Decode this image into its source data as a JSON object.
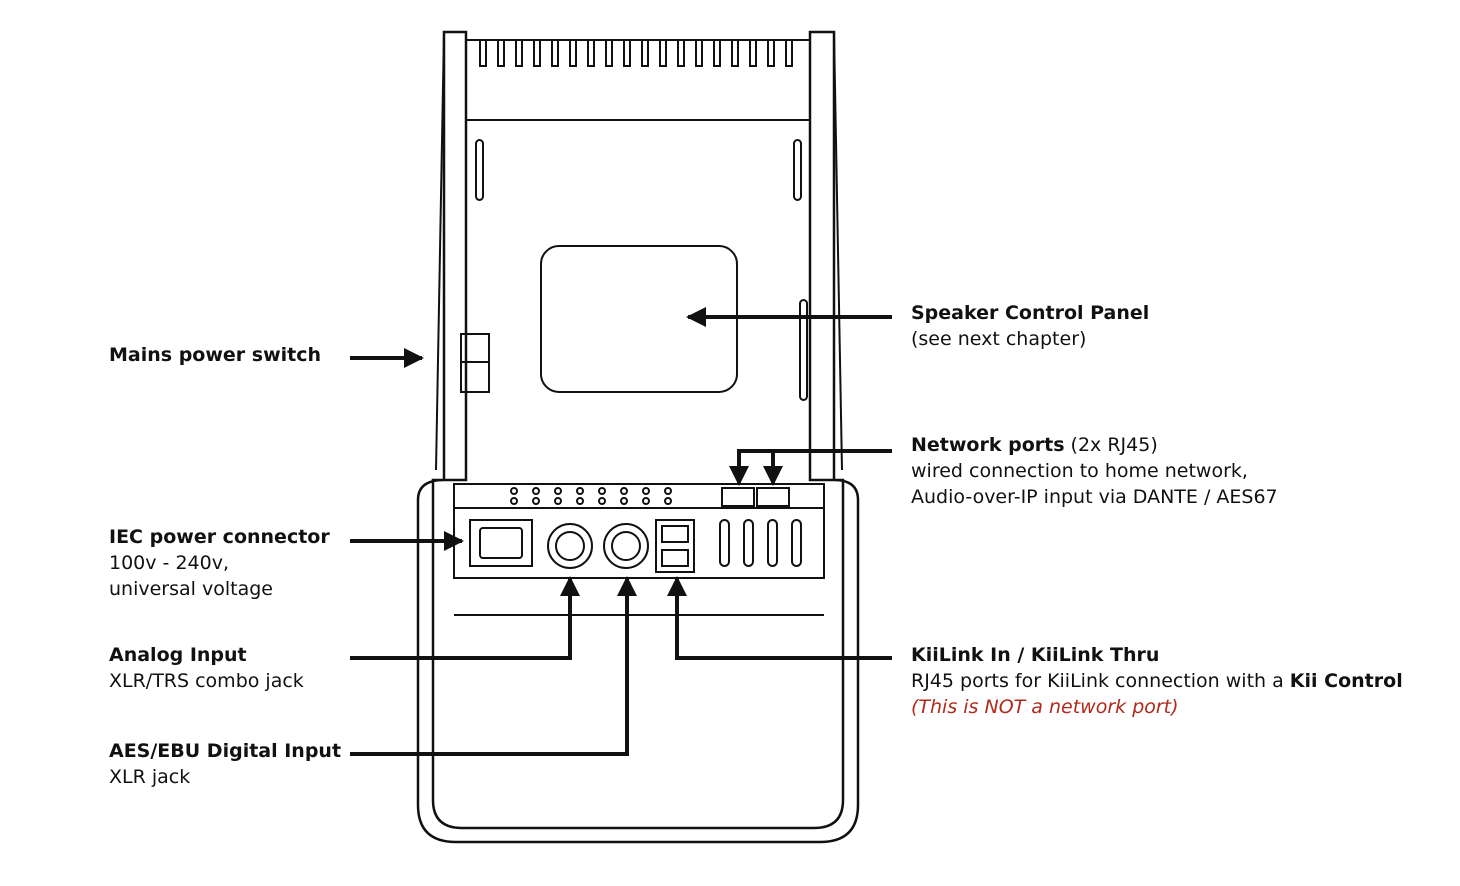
{
  "labels": {
    "mains_switch": {
      "title": "Mains power switch"
    },
    "iec": {
      "title": "IEC power connector",
      "line1": "100v - 240v,",
      "line2": "universal voltage"
    },
    "analog": {
      "title": "Analog Input",
      "line1": "XLR/TRS combo jack"
    },
    "aes": {
      "title": "AES/EBU Digital Input",
      "line1": "XLR jack"
    },
    "control_panel": {
      "title": "Speaker Control Panel",
      "line1": "(see next chapter)"
    },
    "network": {
      "title": "Network ports",
      "title_suffix": " (2x RJ45)",
      "line1": "wired connection to home network,",
      "line2": "Audio-over-IP input via DANTE / AES67"
    },
    "kiilink": {
      "title": "KiiLink In / KiiLink Thru",
      "line1_prefix": "RJ45 ports for KiiLink connection with a ",
      "line1_bold": "Kii Control",
      "line2": "(This is NOT a network port)"
    }
  },
  "colors": {
    "line": "#111111",
    "warning": "#b02a1a",
    "background": "#ffffff"
  }
}
